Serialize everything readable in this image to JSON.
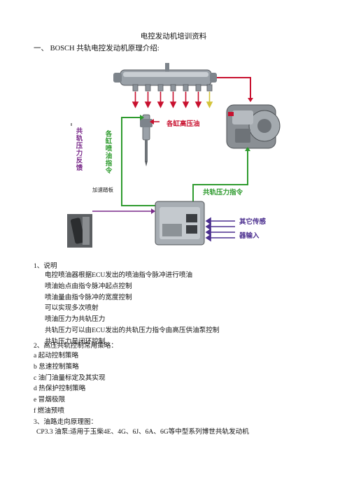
{
  "doc": {
    "title": "电控发动机培训资料",
    "section1_heading": "一、 BOSCH 共轨电控发动机原理介绍:"
  },
  "diagram": {
    "label_rail_pressure_feedback": "共轨压力反馈",
    "label_injector_command": "各缸喷油指令",
    "label_cylinder_high_pressure": "各缸高压油",
    "label_rail_pressure_command": "共轨压力指令",
    "label_other_sensor_line1": "其它传感",
    "label_other_sensor_line2": "器输入",
    "label_accel_pedal": "加速踏板"
  },
  "section1": {
    "title": "1、说明",
    "items": [
      "电控喷油器根据ECU发出的喷油指令脉冲进行喷油",
      "喷油始点由指令脉冲起点控制",
      "喷油量由指令脉冲的宽度控制",
      "可以实现多次喷射",
      "喷油压力为共轨压力",
      "共轨压力可以由ECU发出的共轨压力指令由高压供油泵控制",
      "共轨压力是闭环控制"
    ]
  },
  "section2": {
    "title": "2、高压共轨控制常用策略：",
    "items": [
      "a 起动控制策略",
      "b 怠速控制策略",
      "c 油门油量标定及其实现",
      "d 热保护控制策略",
      "e 冒烟极限",
      "f 燃油预喷"
    ]
  },
  "section3": {
    "title": "3、油路走向原理图：",
    "body": "CP3.3 油泵:适用于玉柴4E、4G、6J、6A、6G等中型系列博世共轨发动机"
  },
  "colors": {
    "pressure_red": "#c8102e",
    "command_green": "#2e9b2e",
    "feedback_purple": "#7a2a8a",
    "sensor_purple": "#4b2f8f"
  }
}
